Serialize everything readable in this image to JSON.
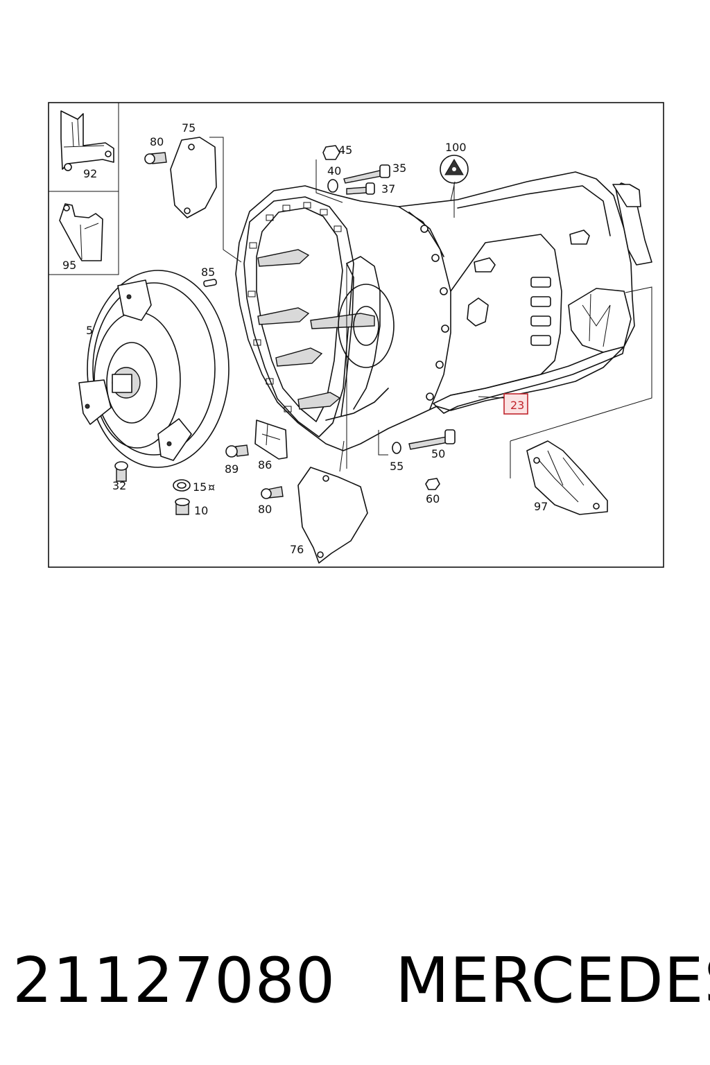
{
  "callouts": {
    "c5": "5",
    "c10": "10",
    "c15": "15",
    "c15_mark": "¤",
    "c23": "23",
    "c32": "32",
    "c35": "35",
    "c37": "37",
    "c40": "40",
    "c45": "45",
    "c50": "50",
    "c55": "55",
    "c60": "60",
    "c75": "75",
    "c76": "76",
    "c80a": "80",
    "c80b": "80",
    "c85": "85",
    "c86": "86",
    "c89": "89",
    "c92": "92",
    "c95": "95",
    "c97": "97",
    "c100": "100"
  },
  "highlight": {
    "part": "23",
    "color": "#c0242b"
  },
  "footer": {
    "part_number": "21127080",
    "brand": "MERCEDES"
  }
}
